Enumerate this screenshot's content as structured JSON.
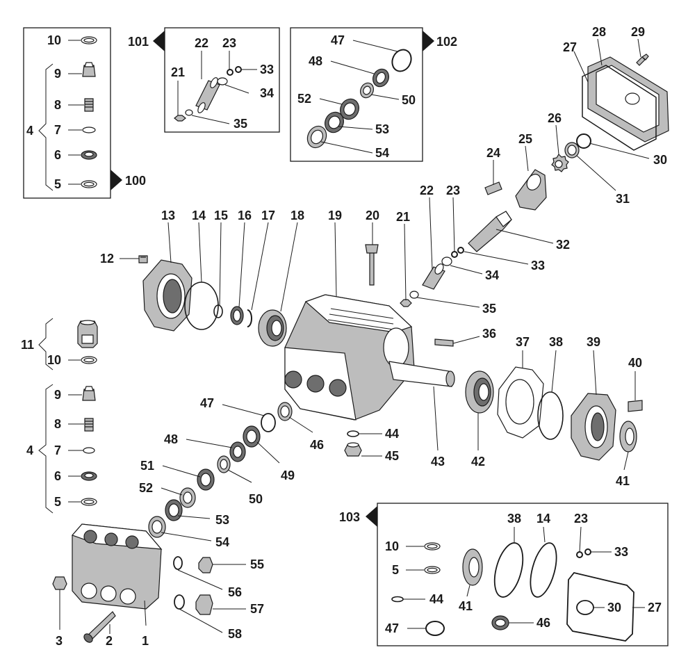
{
  "labels": {
    "p1": "1",
    "p2": "2",
    "p3": "3",
    "p4a": "4",
    "p4b": "4",
    "p5a": "5",
    "p5b": "5",
    "p5c": "5",
    "p6a": "6",
    "p6b": "6",
    "p7a": "7",
    "p7b": "7",
    "p8a": "8",
    "p8b": "8",
    "p9a": "9",
    "p9b": "9",
    "p10a": "10",
    "p10b": "10",
    "p10c": "10",
    "p11": "11",
    "p12": "12",
    "p13": "13",
    "p14a": "14",
    "p14b": "14",
    "p15": "15",
    "p16": "16",
    "p17": "17",
    "p18": "18",
    "p19": "19",
    "p20": "20",
    "p21a": "21",
    "p21b": "21",
    "p22a": "22",
    "p22b": "22",
    "p23a": "23",
    "p23b": "23",
    "p23c": "23",
    "p24": "24",
    "p25": "25",
    "p26": "26",
    "p27a": "27",
    "p27b": "27",
    "p28": "28",
    "p29": "29",
    "p30a": "30",
    "p30b": "30",
    "p31": "31",
    "p32": "32",
    "p33a": "33",
    "p33b": "33",
    "p33c": "33",
    "p34a": "34",
    "p34b": "34",
    "p35a": "35",
    "p35b": "35",
    "p36": "36",
    "p37": "37",
    "p38a": "38",
    "p38b": "38",
    "p39": "39",
    "p40": "40",
    "p41a": "41",
    "p41b": "41",
    "p42": "42",
    "p43": "43",
    "p44a": "44",
    "p44b": "44",
    "p45": "45",
    "p46a": "46",
    "p46b": "46",
    "p47a": "47",
    "p47b": "47",
    "p47c": "47",
    "p48a": "48",
    "p48b": "48",
    "p49": "49",
    "p50a": "50",
    "p50b": "50",
    "p51": "51",
    "p52a": "52",
    "p52b": "52",
    "p53a": "53",
    "p53b": "53",
    "p54a": "54",
    "p54b": "54",
    "p55": "55",
    "p56": "56",
    "p57": "57",
    "p58": "58",
    "k100": "100",
    "k101": "101",
    "k102": "102",
    "k103": "103"
  }
}
